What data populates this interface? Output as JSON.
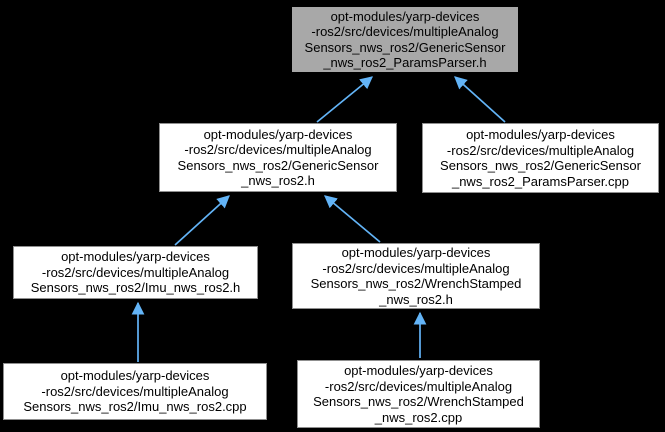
{
  "diagram": {
    "colors": {
      "background": "#000000",
      "arrow": "#63b4f7",
      "node_fill": "#ffffff",
      "node_border": "#8f8f8f",
      "selected_node_fill": "#a8a8a8",
      "selected_node_border": "#000000",
      "text": "#000000"
    },
    "nodes": [
      {
        "id": "params_parser_h",
        "selected": true,
        "lines": [
          "opt-modules/yarp-devices",
          "-ros2/src/devices/multipleAnalog",
          "Sensors_nws_ros2/GenericSensor",
          "_nws_ros2_ParamsParser.h"
        ]
      },
      {
        "id": "generic_sensor_h",
        "selected": false,
        "lines": [
          "opt-modules/yarp-devices",
          "-ros2/src/devices/multipleAnalog",
          "Sensors_nws_ros2/GenericSensor",
          "_nws_ros2.h"
        ]
      },
      {
        "id": "params_parser_cpp",
        "selected": false,
        "lines": [
          "opt-modules/yarp-devices",
          "-ros2/src/devices/multipleAnalog",
          "Sensors_nws_ros2/GenericSensor",
          "_nws_ros2_ParamsParser.cpp"
        ]
      },
      {
        "id": "imu_h",
        "selected": false,
        "lines": [
          "opt-modules/yarp-devices",
          "-ros2/src/devices/multipleAnalog",
          "Sensors_nws_ros2/Imu_nws_ros2.h"
        ]
      },
      {
        "id": "wrench_h",
        "selected": false,
        "lines": [
          "opt-modules/yarp-devices",
          "-ros2/src/devices/multipleAnalog",
          "Sensors_nws_ros2/WrenchStamped",
          "_nws_ros2.h"
        ]
      },
      {
        "id": "imu_cpp",
        "selected": false,
        "lines": [
          "opt-modules/yarp-devices",
          "-ros2/src/devices/multipleAnalog",
          "Sensors_nws_ros2/Imu_nws_ros2.cpp"
        ]
      },
      {
        "id": "wrench_cpp",
        "selected": false,
        "lines": [
          "opt-modules/yarp-devices",
          "-ros2/src/devices/multipleAnalog",
          "Sensors_nws_ros2/WrenchStamped",
          "_nws_ros2.cpp"
        ]
      }
    ],
    "edges": [
      {
        "from": "generic_sensor_h",
        "to": "params_parser_h"
      },
      {
        "from": "params_parser_cpp",
        "to": "params_parser_h"
      },
      {
        "from": "imu_h",
        "to": "generic_sensor_h"
      },
      {
        "from": "wrench_h",
        "to": "generic_sensor_h"
      },
      {
        "from": "imu_cpp",
        "to": "imu_h"
      },
      {
        "from": "wrench_cpp",
        "to": "wrench_h"
      }
    ]
  }
}
